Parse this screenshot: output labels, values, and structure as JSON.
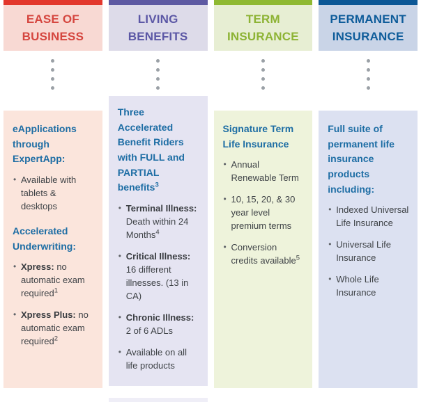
{
  "palette": {
    "ease_of_business_accent": "#e3372c",
    "living_benefits_accent": "#5d59a2",
    "term_insurance_accent": "#8fb931",
    "permanent_insurance_accent": "#0b5796",
    "content_heading_blue": "#1d6da4",
    "body_text": "#3f4347",
    "connector_dot_color": "#9aa0a6"
  },
  "decor": {
    "dots_per_connector": 4
  },
  "columns": [
    {
      "id": "ease-of-business",
      "title": "EASE OF BUSINESS",
      "blocks": [
        {
          "type": "heading",
          "text": "eApplications through ExpertApp:"
        },
        {
          "type": "bullet",
          "text": "Available with tablets & desktops"
        },
        {
          "type": "heading",
          "text": "Accelerated Underwriting:"
        },
        {
          "type": "bullet",
          "bold": "Xpress:",
          "text": " no automatic exam required",
          "sup": "1"
        },
        {
          "type": "bullet",
          "bold": "Xpress Plus:",
          "text": " no automatic exam required",
          "sup": "2"
        }
      ]
    },
    {
      "id": "living-benefits",
      "title": "LIVING BENEFITS",
      "blocks": [
        {
          "type": "heading",
          "text": "Three Accelerated Benefit Riders with FULL and PARTIAL benefits",
          "sup": "3"
        },
        {
          "type": "bullet",
          "bold": "Terminal Illness:",
          "text": " Death within 24 Months",
          "sup": "4"
        },
        {
          "type": "bullet",
          "bold": "Critical Illness:",
          "text": " 16 different illnesses. (13 in CA)"
        },
        {
          "type": "bullet",
          "bold": "Chronic Illness:",
          "text": " 2 of 6 ADLs"
        },
        {
          "type": "bullet",
          "text": "Available on all life products"
        }
      ]
    },
    {
      "id": "term-insurance",
      "title": "TERM INSURANCE",
      "blocks": [
        {
          "type": "heading",
          "text": "Signature Term Life Insurance"
        },
        {
          "type": "bullet",
          "text": "Annual Renewable Term"
        },
        {
          "type": "bullet",
          "text": "10, 15, 20, & 30 year level premium terms"
        },
        {
          "type": "bullet",
          "text": "Conversion credits available",
          "sup": "5"
        }
      ]
    },
    {
      "id": "permanent-insurance",
      "title": "PERMANENT INSURANCE",
      "blocks": [
        {
          "type": "heading",
          "text": "Full suite of permanent life insurance products including:"
        },
        {
          "type": "bullet",
          "text": "Indexed Universal Life Insurance"
        },
        {
          "type": "bullet",
          "text": "Universal Life Insurance"
        },
        {
          "type": "bullet",
          "text": "Whole Life Insurance"
        }
      ]
    }
  ]
}
